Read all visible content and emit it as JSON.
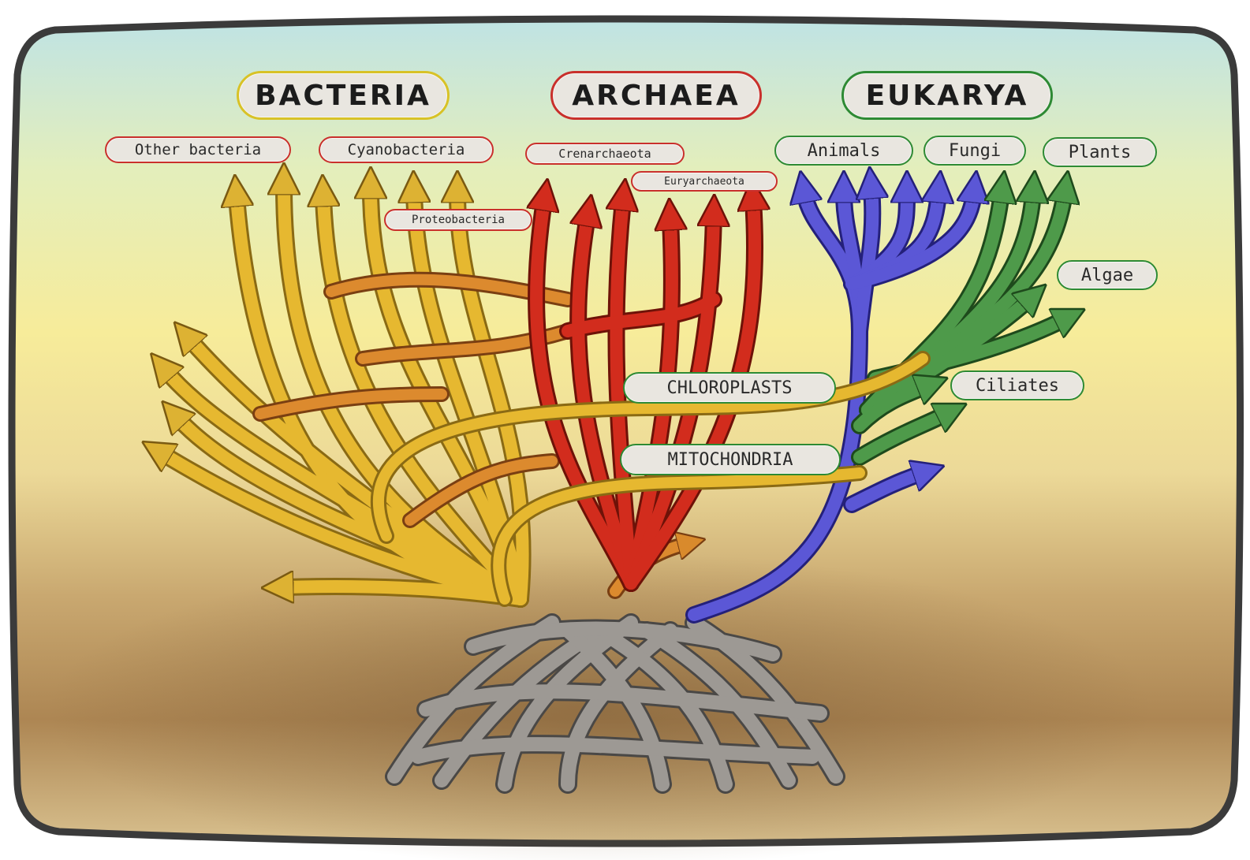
{
  "domains": {
    "bacteria": "BACTERIA",
    "archaea": "ARCHAEA",
    "eukarya": "EUKARYA"
  },
  "groups": {
    "other_bacteria": "Other bacteria",
    "cyanobacteria": "Cyanobacteria",
    "proteobacteria": "Proteobacteria",
    "crenarchaeota": "Crenarchaeota",
    "euryarchaeota": "Euryarchaeota",
    "animals": "Animals",
    "fungi": "Fungi",
    "plants": "Plants",
    "algae": "Algae",
    "ciliates": "Ciliates"
  },
  "organelles": {
    "chloroplasts": "CHLOROPLASTS",
    "mitochondria": "MITOCHONDRIA"
  },
  "colors": {
    "bacteria": "#e6b830",
    "archaea": "#d12a1c",
    "eukarya_animals_fungi": "#5b57d6",
    "eukarya_plants_algae": "#4e9a4a",
    "roots": "#8e8a86",
    "label_border_red": "#c9302c",
    "label_border_yellow": "#d8c227",
    "label_border_green": "#2e8a34"
  }
}
